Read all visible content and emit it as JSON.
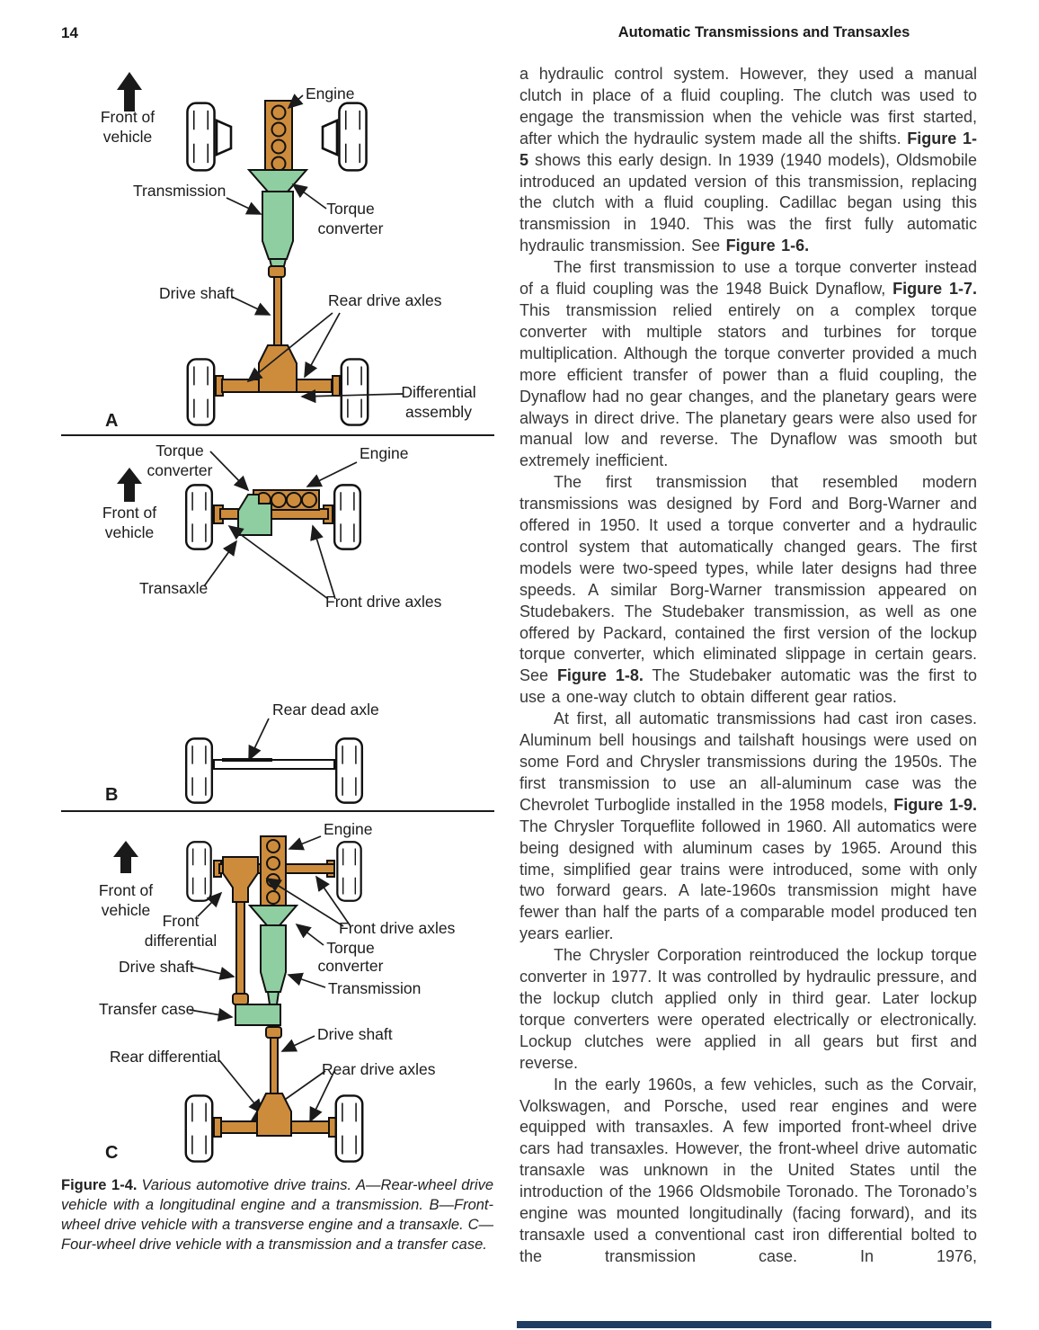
{
  "page": {
    "number": "14",
    "running_head": "Automatic Transmissions and Transaxles"
  },
  "figure": {
    "colors": {
      "component_orange": "#cd8c3c",
      "component_green": "#8ecea0",
      "outline": "#111111",
      "footer_bar": "#1f3c63"
    },
    "diagram_a": {
      "letter": "A",
      "front_of_vehicle": [
        "Front of",
        "vehicle"
      ],
      "engine": "Engine",
      "transmission": "Transmission",
      "torque_converter": [
        "Torque",
        "converter"
      ],
      "drive_shaft": "Drive shaft",
      "rear_drive_axles": "Rear drive axles",
      "differential_assembly": [
        "Differential",
        "assembly"
      ]
    },
    "diagram_b": {
      "letter": "B",
      "torque_converter": [
        "Torque",
        "converter"
      ],
      "engine": "Engine",
      "front_of_vehicle": [
        "Front of",
        "vehicle"
      ],
      "transaxle": "Transaxle",
      "front_drive_axles": "Front drive axles",
      "rear_dead_axle": "Rear dead axle"
    },
    "diagram_c": {
      "letter": "C",
      "engine": "Engine",
      "front_of_vehicle": [
        "Front of",
        "vehicle"
      ],
      "front_differential": [
        "Front",
        "differential"
      ],
      "front_drive_axles": "Front drive axles",
      "torque_converter": [
        "Torque",
        "converter"
      ],
      "transmission": "Transmission",
      "drive_shaft_front": "Drive shaft",
      "transfer_case": "Transfer case",
      "drive_shaft_rear": "Drive shaft",
      "rear_differential": "Rear differential",
      "rear_drive_axles": "Rear drive axles"
    },
    "caption": {
      "label": "Figure 1-4.",
      "text": "Various automotive drive trains. A—Rear-wheel drive vehicle with a longitudinal engine and a transmission. B—Front-wheel drive vehicle with a transverse engine and a transaxle. C—Four-wheel drive vehicle with a transmission and a transfer case."
    }
  },
  "main": {
    "paragraphs": [
      {
        "segments": [
          {
            "text": "a hydraulic control system. However, they used a manual clutch in place of a fluid coupling. The clutch was used to engage the transmission when the vehicle was first started, after which the hydraulic system made all the shifts. "
          },
          {
            "text": "Figure 1-5",
            "bold": true
          },
          {
            "text": " shows this early design. In 1939 (1940 models), Oldsmobile introduced an updated version of this transmission, replacing the clutch with a fluid coupling. Cadillac began using this transmission in 1940. This was the first fully automatic hydraulic transmission. See "
          },
          {
            "text": "Figure 1-6.",
            "bold": true
          }
        ]
      },
      {
        "segments": [
          {
            "text": "The first transmission to use a torque converter instead of a fluid coupling was the 1948 Buick Dynaflow, "
          },
          {
            "text": "Figure 1-7.",
            "bold": true
          },
          {
            "text": " This transmission relied entirely on a complex torque converter with multiple stators and turbines for torque multiplication. Although the torque converter provided a much more efficient transfer of power than a fluid coupling, the Dynaflow had no gear changes, and the planetary gears were always in direct drive. The planetary gears were also used for manual low and reverse. The Dynaflow was smooth but extremely inefficient."
          }
        ]
      },
      {
        "segments": [
          {
            "text": "The first transmission that resembled modern transmissions was designed by Ford and Borg-Warner and offered in 1950. It used a torque converter and a hydraulic control system that automatically changed gears. The first models were two-speed types, while later designs had three speeds. A similar Borg-Warner transmission appeared on Studebakers. The Studebaker transmission, as well as one offered by Packard, contained the first version of the lockup torque converter, which eliminated slippage in certain gears. See "
          },
          {
            "text": "Figure 1-8.",
            "bold": true
          },
          {
            "text": " The Studebaker automatic was the first to use a one-way clutch to obtain different gear ratios."
          }
        ]
      },
      {
        "segments": [
          {
            "text": "At first, all automatic transmissions had cast iron cases. Aluminum bell housings and tailshaft housings were used on some Ford and Chrysler transmissions during the 1950s. The first transmission to use an all-aluminum case was the Chevrolet Turboglide installed in the 1958 models, "
          },
          {
            "text": "Figure 1-9.",
            "bold": true
          },
          {
            "text": " The Chrysler Torqueflite followed in 1960. All automatics were being designed with aluminum cases by 1965. Around this time, simplified gear trains were introduced, some with only two forward gears. A late-1960s transmission might have fewer than half the parts of a comparable model produced ten years earlier."
          }
        ]
      },
      {
        "segments": [
          {
            "text": "The Chrysler Corporation reintroduced the lockup torque converter in 1977. It was controlled by hydraulic pressure, and the lockup clutch applied only in third gear. Later lockup torque converters were operated electrically or electronically. Lockup clutches were applied in all gears but first and reverse."
          }
        ]
      },
      {
        "segments": [
          {
            "text": "In the early 1960s, a few vehicles, such as the Corvair, Volkswagen, and Porsche, used rear engines and were equipped with transaxles. A few imported front-wheel drive cars had transaxles. However, the front-wheel drive automatic transaxle was unknown in the United States until the introduction of the 1966 Oldsmobile Toronado. The Toronado’s engine was mounted longitudinally (facing forward), and its transaxle used a conventional cast iron differential bolted to the transmission case. In 1976,"
          }
        ]
      }
    ]
  }
}
